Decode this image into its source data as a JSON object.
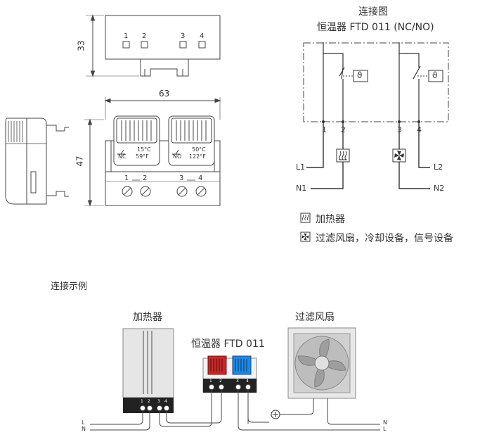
{
  "dimension_drawing": {
    "top_view": {
      "height_dim": "33",
      "terminals": [
        "1",
        "2",
        "3",
        "4"
      ]
    },
    "front_view": {
      "width_dim": "63",
      "height_dim": "47",
      "nc_unit": {
        "line1": "15°C",
        "line2_prefix": "NC",
        "line2": "59°F"
      },
      "no_unit": {
        "line1": "50°C",
        "line2_prefix": "NO",
        "line2": "122°F"
      },
      "terminals": [
        "1",
        "2",
        "3",
        "4"
      ]
    }
  },
  "wiring_diagram": {
    "title": "连接图",
    "subtitle": "恒温器 FTD 011 (NC/NO)",
    "terminals": [
      "1",
      "2",
      "3",
      "4"
    ],
    "left_labels": [
      "L1",
      "N1"
    ],
    "right_labels": [
      "L2",
      "N2"
    ],
    "theta_symbol": "ϑ",
    "legend": [
      {
        "icon": "heater-symbol",
        "text": "加热器"
      },
      {
        "icon": "fan-symbol",
        "text": "过滤风扇，冷却设备，信号设备"
      }
    ]
  },
  "example": {
    "title": "连接示例",
    "heater_label": "加热器",
    "thermostat_label": "恒温器 FTD 011",
    "fan_label": "过滤风扇",
    "left_lines": [
      "L",
      "N"
    ],
    "right_lines": [
      "N",
      "L"
    ],
    "terminal_numbers": [
      "1",
      "2",
      "3",
      "4"
    ]
  }
}
